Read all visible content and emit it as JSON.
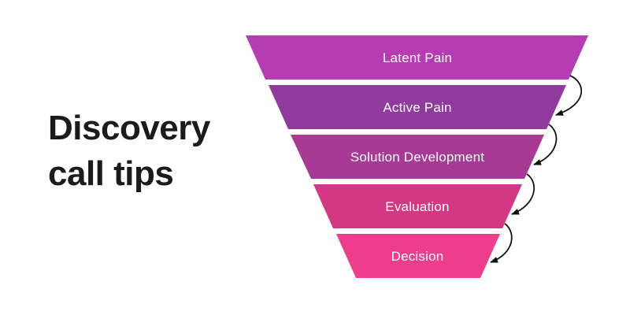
{
  "page": {
    "background": "#ffffff"
  },
  "title": {
    "line1": "Discovery",
    "line2": "call tips",
    "color": "#1b1b1b"
  },
  "funnel": {
    "label_color": "#ffffff",
    "arrow_color": "#111111",
    "stages": [
      {
        "label": "Latent Pain",
        "color": "#b53cb2"
      },
      {
        "label": "Active Pain",
        "color": "#8f3a9c"
      },
      {
        "label": "Solution Development",
        "color": "#a83a96"
      },
      {
        "label": "Evaluation",
        "color": "#d43784"
      },
      {
        "label": "Decision",
        "color": "#ee3d8c"
      }
    ]
  }
}
